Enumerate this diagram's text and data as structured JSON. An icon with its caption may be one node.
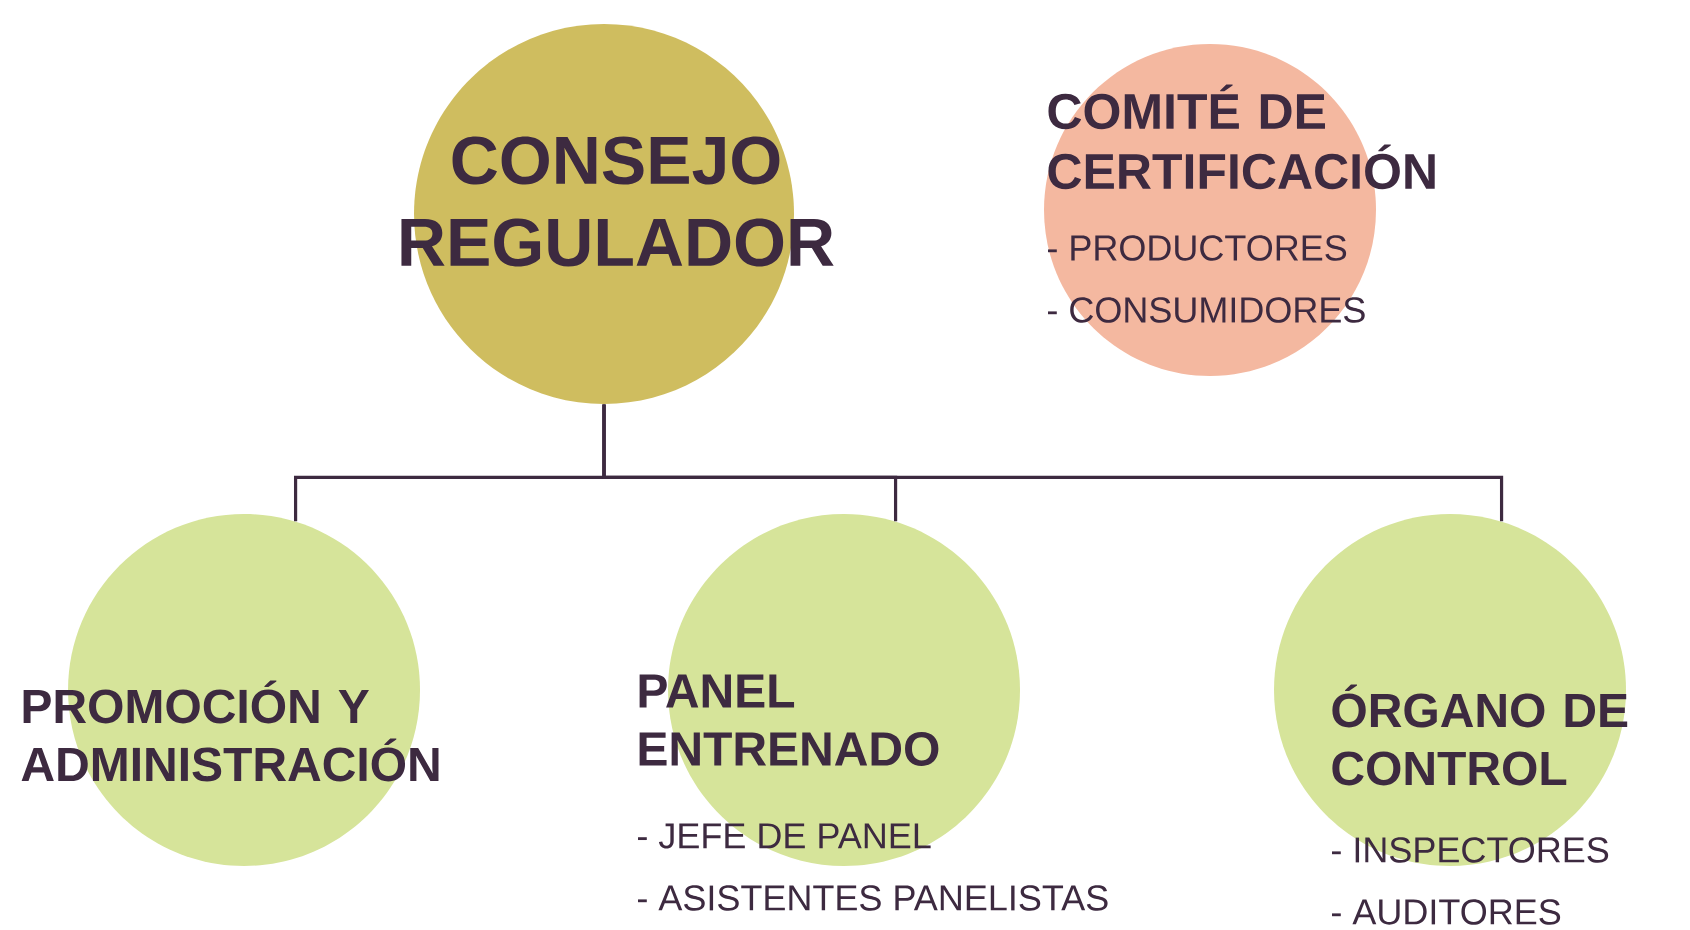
{
  "diagram": {
    "nodes": [
      {
        "text": [
          "CONSEJO REGULADOR"
        ]
      },
      {
        "text": [
          "COMITÉ DE CERTIFICACIÓN",
          "- PRODUCTORES",
          "- CONSUMIDORES"
        ]
      },
      {
        "text": [
          "PROMOCIÓN Y ADMINISTRACIÓN"
        ]
      },
      {
        "text": [
          "PANEL ENTRENADO",
          "- JEFE DE PANEL",
          "- ASISTENTES PANELISTAS"
        ]
      },
      {
        "text": [
          "ÓRGANO DE CONTROL",
          "- INSPECTORES",
          "- AUDITORES"
        ]
      }
    ],
    "edges": [
      {
        "from": 0,
        "to": 2,
        "arrow": "none"
      },
      {
        "from": 0,
        "to": 3,
        "arrow": "none"
      },
      {
        "from": 0,
        "to": 4,
        "arrow": "none"
      }
    ]
  }
}
